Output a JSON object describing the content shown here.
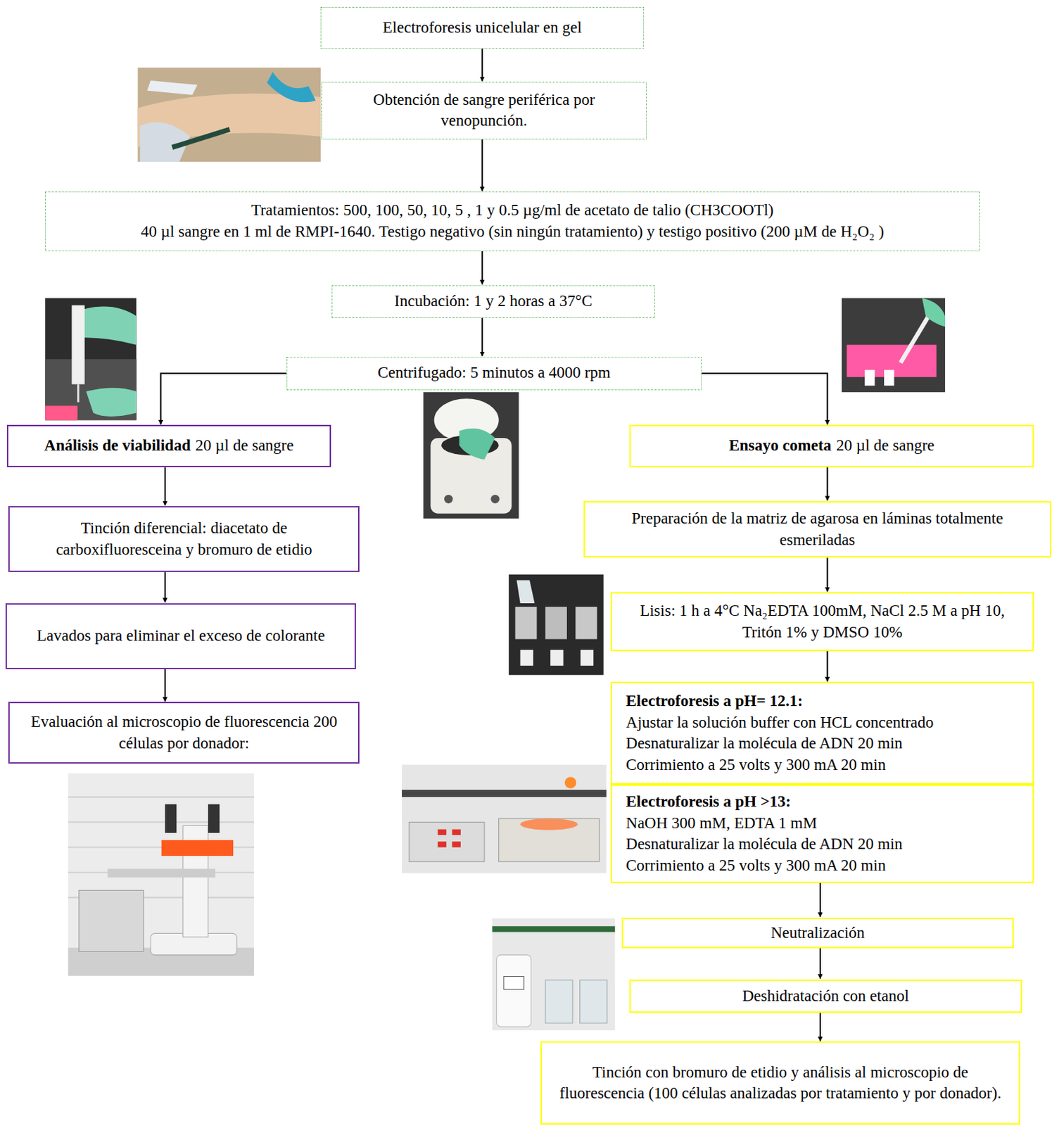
{
  "diagram": {
    "nodes": [
      {
        "text": [
          "Electroforesis unicelular en gel"
        ]
      },
      {
        "text": [
          "Obtención de sangre periférica por venopunción."
        ]
      },
      {
        "text": [
          "Tratamientos: 500, 100, 50, 10, 5 , 1 y 0.5 µg/ml de acetato de talio (CH3COOTl)",
          "40 µl sangre en 1 ml de RMPI-1640. Testigo negativo (sin ningún tratamiento) y testigo positivo (200 µM de H₂O₂ )"
        ]
      },
      {
        "text": [
          "Incubación: 1 y 2 horas a 37°C"
        ]
      },
      {
        "text": [
          "Centrifugado: 5 minutos a 4000 rpm"
        ]
      },
      {
        "text": [
          "Análisis de viabilidad",
          "20 µl de sangre"
        ]
      },
      {
        "text": [
          "Tinción diferencial: diacetato de carboxifluoresceina y bromuro de etidio"
        ]
      },
      {
        "text": [
          "Lavados para eliminar el exceso de colorante"
        ]
      },
      {
        "text": [
          "Evaluación al microscopio de fluorescencia 200 células por donador:"
        ]
      },
      {
        "text": [
          "Ensayo cometa",
          "20 µl de sangre"
        ]
      },
      {
        "text": [
          "Preparación de la matriz de agarosa en láminas totalmente esmeriladas"
        ]
      },
      {
        "text": [
          "Lisis: 1 h a 4°C Na₂EDTA 100mM, NaCl 2.5 M a pH 10, Tritón 1% y DMSO 10%"
        ]
      },
      {
        "text": [
          "Electroforesis a pH= 12.1:",
          "Ajustar la solución buffer con HCL concentrado",
          "Desnaturalizar la molécula de ADN 20 min",
          "Corrimiento a 25 volts y 300 mA 20 min"
        ]
      },
      {
        "text": [
          "Electroforesis a pH >13:",
          "NaOH 300 mM, EDTA 1 mM",
          "Desnaturalizar la molécula de ADN 20 min",
          "Corrimiento a 25 volts y 300 mA 20 min"
        ]
      },
      {
        "text": [
          "Neutralización"
        ]
      },
      {
        "text": [
          "Deshidratación con etanol"
        ]
      },
      {
        "text": [
          "Tinción con bromuro de etidio y análisis al microscopio de fluorescencia (100 células analizadas por tratamiento y por donador)."
        ]
      }
    ],
    "edges": [
      {
        "from": 0,
        "to": 1,
        "arrow": "to"
      },
      {
        "from": 1,
        "to": 2,
        "arrow": "to"
      },
      {
        "from": 2,
        "to": 3,
        "arrow": "to"
      },
      {
        "from": 3,
        "to": 4,
        "arrow": "to"
      },
      {
        "from": 4,
        "to": 5,
        "arrow": "to"
      },
      {
        "from": 4,
        "to": 9,
        "arrow": "to"
      },
      {
        "from": 5,
        "to": 6,
        "arrow": "to"
      },
      {
        "from": 6,
        "to": 7,
        "arrow": "to"
      },
      {
        "from": 7,
        "to": 8,
        "arrow": "to"
      },
      {
        "from": 9,
        "to": 10,
        "arrow": "to"
      },
      {
        "from": 10,
        "to": 11,
        "arrow": "to"
      },
      {
        "from": 11,
        "to": 12,
        "arrow": "to"
      },
      {
        "from": 13,
        "to": 14,
        "arrow": "to"
      },
      {
        "from": 14,
        "to": 15,
        "arrow": "to"
      },
      {
        "from": 15,
        "to": 16,
        "arrow": "to"
      }
    ]
  }
}
